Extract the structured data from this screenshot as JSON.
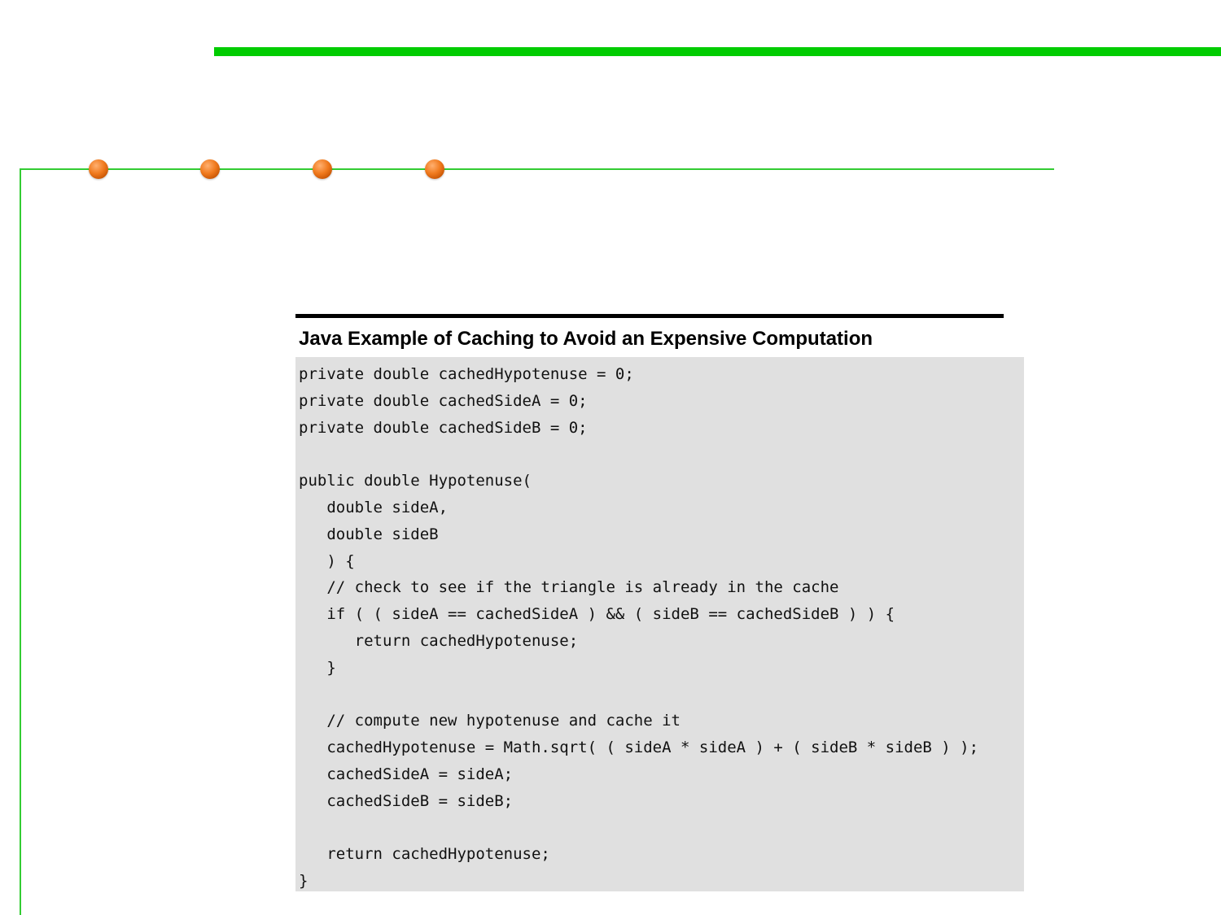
{
  "accent_colors": {
    "green_bar": "#00cc00",
    "green_line": "#33cc33",
    "dot_orange": "#f07a1e",
    "code_background": "#e0e0e0"
  },
  "listing": {
    "title": "Java Example of Caching to Avoid an Expensive Computation",
    "code_lines": [
      "private double cachedHypotenuse = 0;",
      "private double cachedSideA = 0;",
      "private double cachedSideB = 0;",
      "",
      "public double Hypotenuse(",
      "   double sideA,",
      "   double sideB",
      "   ) {",
      "   // check to see if the triangle is already in the cache",
      "   if ( ( sideA == cachedSideA ) && ( sideB == cachedSideB ) ) {",
      "      return cachedHypotenuse;",
      "   }",
      "",
      "   // compute new hypotenuse and cache it",
      "   cachedHypotenuse = Math.sqrt( ( sideA * sideA ) + ( sideB * sideB ) );",
      "   cachedSideA = sideA;",
      "   cachedSideB = sideB;",
      "",
      "   return cachedHypotenuse;",
      "}"
    ]
  }
}
